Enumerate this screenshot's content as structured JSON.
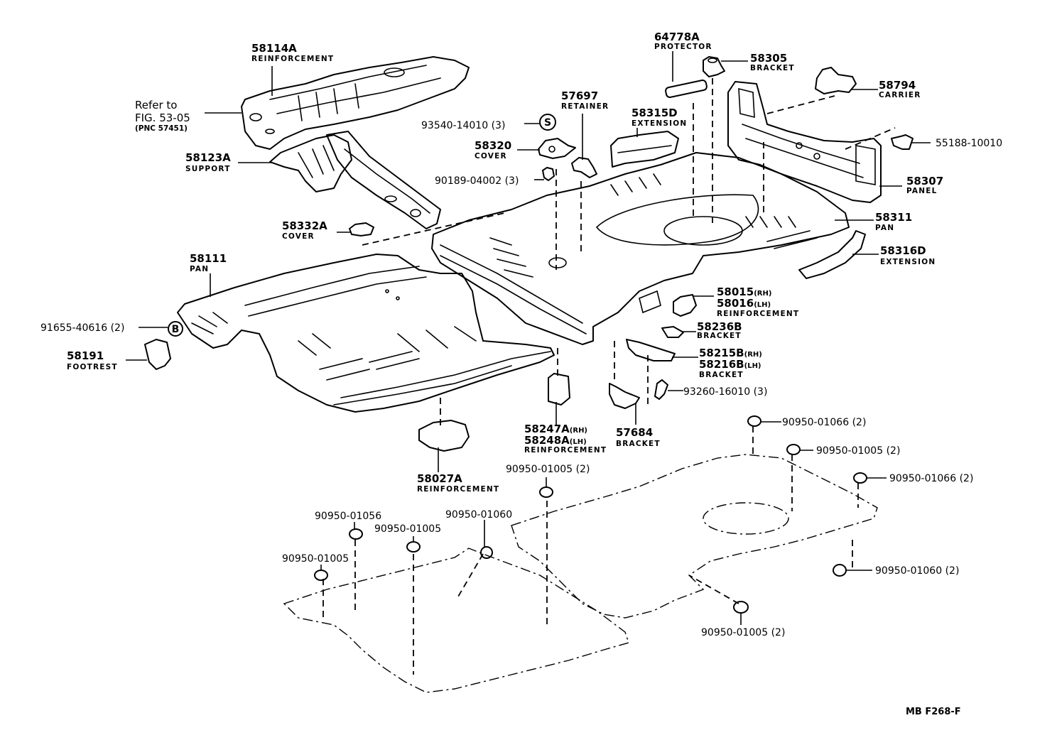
{
  "figure_code": "MB F268-F",
  "reference": {
    "line1": "Refer to",
    "line2": "FIG. 53-05",
    "line3": "(PNC 57451)"
  },
  "symbols": {
    "s": "S",
    "b": "B"
  },
  "callouts": {
    "c58114A": {
      "part_no": "58114A",
      "name": "REINFORCEMENT"
    },
    "c58123A": {
      "part_no": "58123A",
      "name": "SUPPORT"
    },
    "c93540": {
      "part_no": "93540-14010 (3)"
    },
    "c58320": {
      "part_no": "58320",
      "name": "COVER"
    },
    "c90189": {
      "part_no": "90189-04002 (3)"
    },
    "c57697": {
      "part_no": "57697",
      "name": "RETAINER"
    },
    "c64778A": {
      "part_no": "64778A",
      "name": "PROTECTOR"
    },
    "c58305": {
      "part_no": "58305",
      "name": "BRACKET"
    },
    "c58315D": {
      "part_no": "58315D",
      "name": "EXTENSION"
    },
    "c58794": {
      "part_no": "58794",
      "name": "CARRIER"
    },
    "c55188": {
      "part_no": "55188-10010"
    },
    "c58307": {
      "part_no": "58307",
      "name": "PANEL"
    },
    "c58311": {
      "part_no": "58311",
      "name": "PAN"
    },
    "c58316D": {
      "part_no": "58316D",
      "name": "EXTENSION"
    },
    "c58332A": {
      "part_no": "58332A",
      "name": "COVER"
    },
    "c58111": {
      "part_no": "58111",
      "name": "PAN"
    },
    "c91655": {
      "part_no": "91655-40616 (2)"
    },
    "c58191": {
      "part_no": "58191",
      "name": "FOOTREST"
    },
    "c58015": {
      "part_no_rh": "58015",
      "rh": "(RH)",
      "part_no_lh": "58016",
      "lh": "(LH)",
      "name": "REINFORCEMENT"
    },
    "c58236B": {
      "part_no": "58236B",
      "name": "BRACKET"
    },
    "c58215B": {
      "part_no_rh": "58215B",
      "rh": "(RH)",
      "part_no_lh": "58216B",
      "lh": "(LH)",
      "name": "BRACKET"
    },
    "c93260": {
      "part_no": "93260-16010 (3)"
    },
    "c58247A": {
      "part_no_rh": "58247A",
      "rh": "(RH)",
      "part_no_lh": "58248A",
      "lh": "(LH)",
      "name": "REINFORCEMENT"
    },
    "c57684": {
      "part_no": "57684",
      "name": "BRACKET"
    },
    "c58027A": {
      "part_no": "58027A",
      "name": "REINFORCEMENT"
    },
    "plug_01066_a": {
      "part_no": "90950-01066 (2)"
    },
    "plug_01005_a": {
      "part_no": "90950-01005 (2)"
    },
    "plug_01066_b": {
      "part_no": "90950-01066 (2)"
    },
    "plug_01060_a": {
      "part_no": "90950-01060 (2)"
    },
    "plug_01005_b": {
      "part_no": "90950-01005 (2)"
    },
    "plug_01005_c": {
      "part_no": "90950-01005 (2)"
    },
    "plug_01056": {
      "part_no": "90950-01056"
    },
    "plug_01005_d": {
      "part_no": "90950-01005"
    },
    "plug_01060_b": {
      "part_no": "90950-01060"
    },
    "plug_01005_e": {
      "part_no": "90950-01005"
    }
  }
}
